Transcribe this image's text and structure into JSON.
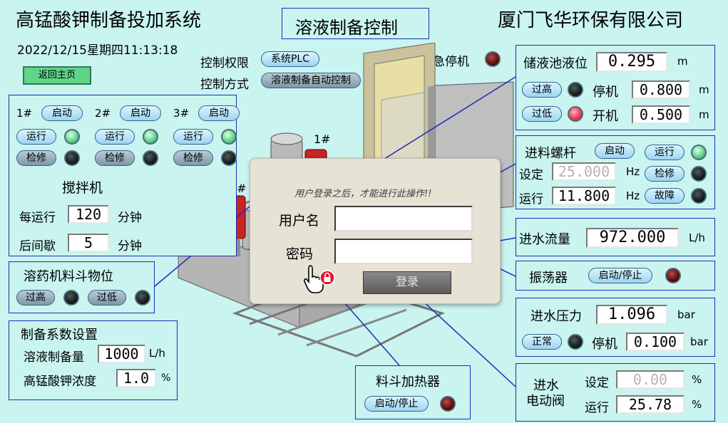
{
  "header": {
    "system_title": "高锰酸钾制备投加系统",
    "datetime": "2022/12/15星期四11:13:18",
    "page_title": "溶液制备控制",
    "company": "厦门飞华环保有限公司",
    "back_button": "返回主页"
  },
  "control": {
    "permission_label": "控制权限",
    "permission_value": "系统PLC",
    "mode_label": "控制方式",
    "mode_value": "溶液制备自动控制",
    "emergency_label": "紧急停机"
  },
  "storage": {
    "title": "储液池液位",
    "level": "0.295",
    "unit": "m",
    "high_button": "过高",
    "low_button": "过低",
    "stop_label": "停机",
    "stop_value": "0.800",
    "start_label": "开机",
    "start_value": "0.500"
  },
  "mixers": {
    "title": "搅拌机",
    "items": [
      {
        "name": "1#",
        "start": "启动",
        "run": "运行",
        "repair": "检修"
      },
      {
        "name": "2#",
        "start": "启动",
        "run": "运行",
        "repair": "检修"
      },
      {
        "name": "3#",
        "start": "启动",
        "run": "运行",
        "repair": "检修"
      }
    ],
    "run_label": "每运行",
    "run_value": "120",
    "run_unit": "分钟",
    "interval_label": "后间歇",
    "interval_value": "5",
    "interval_unit": "分钟"
  },
  "hopper_level": {
    "title": "溶药机料斗物位",
    "high": "过高",
    "low": "过低"
  },
  "prep": {
    "title": "制备系数设置",
    "volume_label": "溶液制备量",
    "volume_value": "1000",
    "volume_unit": "L/h",
    "conc_label": "高锰酸钾浓度",
    "conc_value": "1.0",
    "conc_unit": "%"
  },
  "screw": {
    "title": "进料螺杆",
    "start": "启动",
    "run": "运行",
    "repair": "检修",
    "fault": "故障",
    "set_label": "设定",
    "set_value": "25.000",
    "set_unit": "Hz",
    "run_label": "运行",
    "run_value": "11.800",
    "run_unit": "Hz"
  },
  "flow": {
    "title": "进水流量",
    "value": "972.000",
    "unit": "L/h"
  },
  "vibrator": {
    "title": "振荡器",
    "button": "启动/停止"
  },
  "pressure": {
    "title": "进水压力",
    "value": "1.096",
    "unit": "bar",
    "status": "正常",
    "stop_label": "停机",
    "stop_value": "0.100",
    "stop_unit": "bar"
  },
  "heater": {
    "title": "料斗加热器",
    "button": "启动/停止"
  },
  "valve": {
    "title_line1": "进水",
    "title_line2": "电动阀",
    "set_label": "设定",
    "set_value": "0.00",
    "run_label": "运行",
    "run_value": "25.78",
    "unit": "%"
  },
  "equipment": {
    "label_1": "1#",
    "label_3": "3#"
  },
  "login": {
    "message": "用户登录之后，才能进行此操作!!",
    "username_label": "用户名",
    "password_label": "密码",
    "username": "",
    "password": "",
    "submit": "登录"
  }
}
